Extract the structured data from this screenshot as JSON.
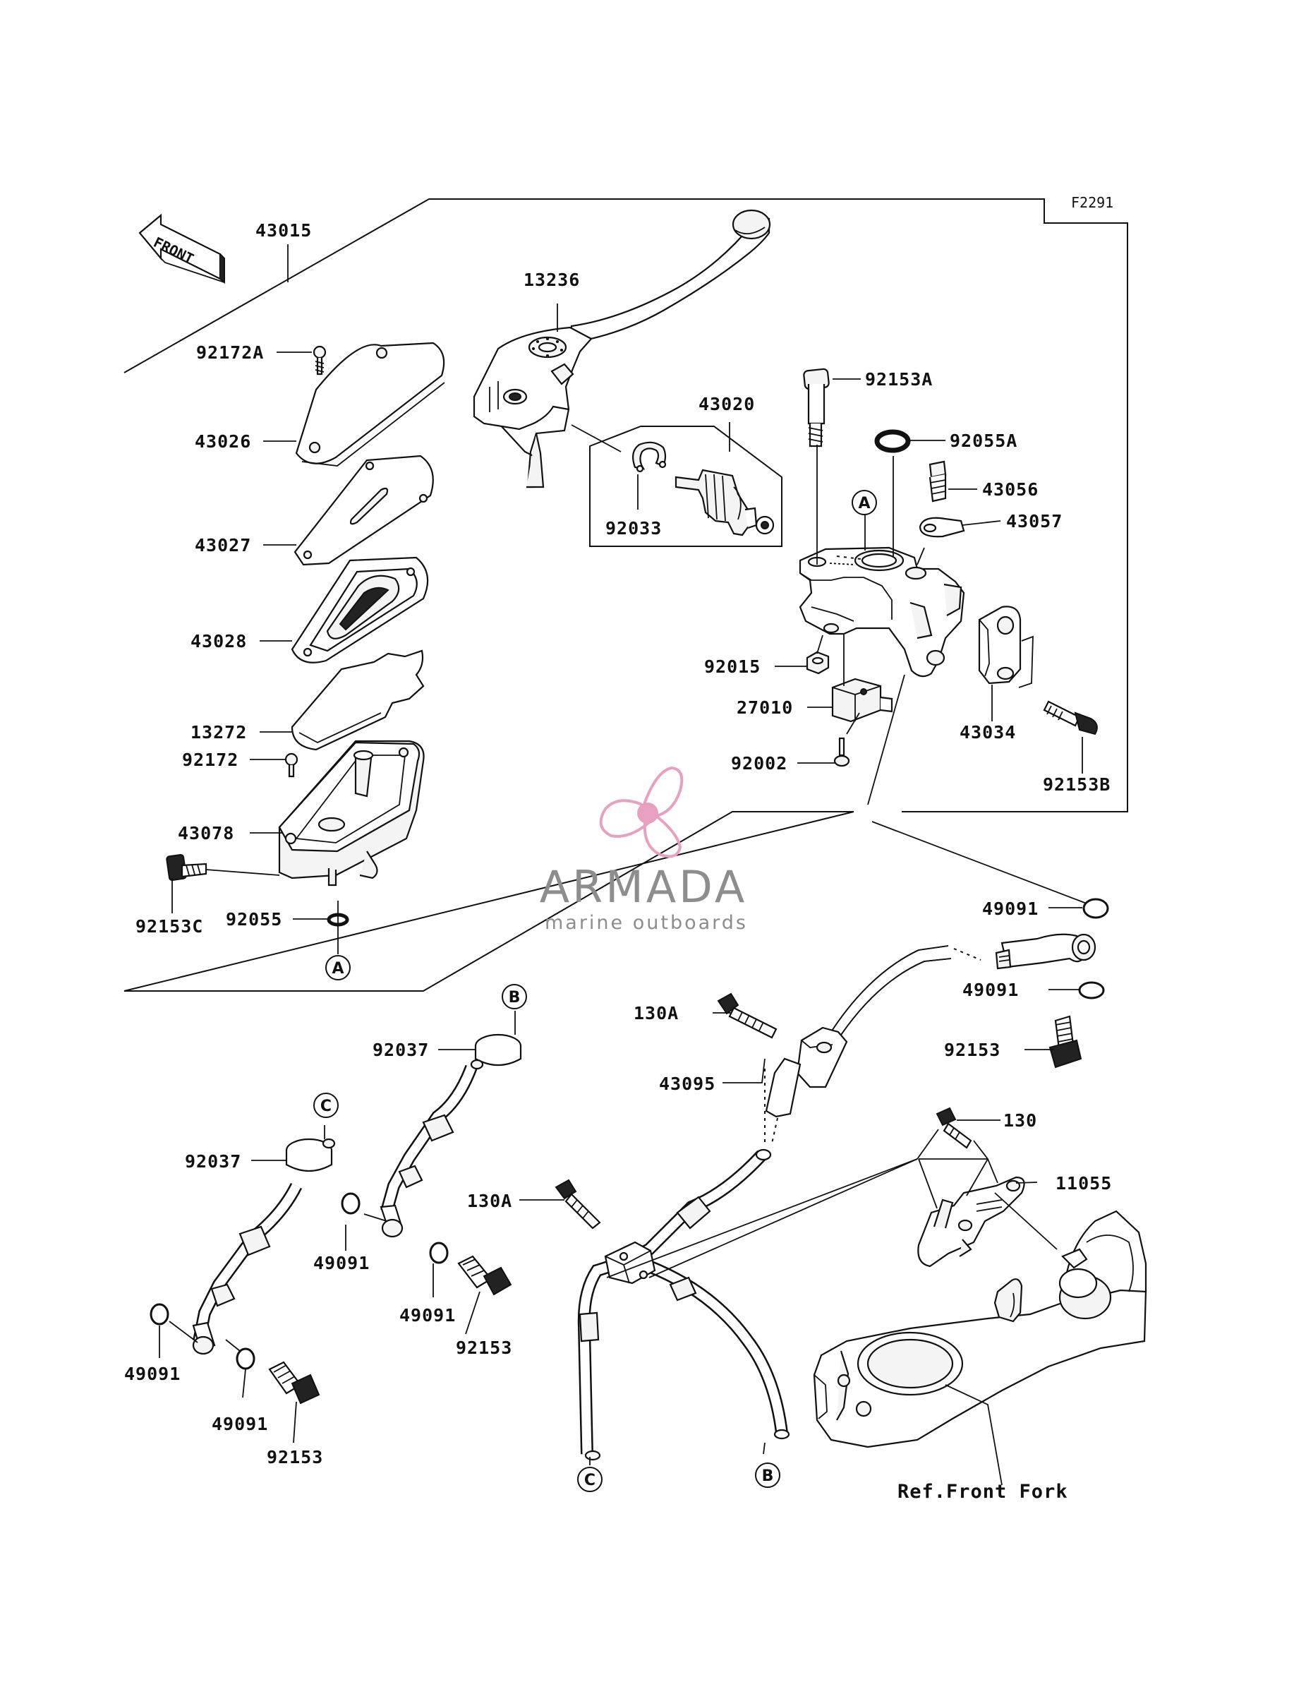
{
  "diagram": {
    "figure_code": "F2291",
    "front_label": "FRONT",
    "reference_note": "Ref.Front Fork",
    "watermark": {
      "brand": "ARMADA",
      "tagline": "marine outboards"
    },
    "callouts": [
      "A",
      "B",
      "C"
    ],
    "part_labels": {
      "p43015": "43015",
      "p13236": "13236",
      "p92172A": "92172A",
      "p43026": "43026",
      "p43027": "43027",
      "p43028": "43028",
      "p13272": "13272",
      "p92172": "92172",
      "p43078": "43078",
      "p92153C": "92153C",
      "p92055": "92055",
      "p43020": "43020",
      "p92033": "92033",
      "p92153A": "92153A",
      "p92055A": "92055A",
      "p43056": "43056",
      "p43057": "43057",
      "p92015": "92015",
      "p27010": "27010",
      "p92002": "92002",
      "p43034": "43034",
      "p92153B": "92153B",
      "p49091a": "49091",
      "p49091b": "49091",
      "p92153a": "92153",
      "p130Aa": "130A",
      "p43095": "43095",
      "p130": "130",
      "p11055": "11055",
      "p130Ab": "130A",
      "p92037a": "92037",
      "p92037b": "92037",
      "p49091c": "49091",
      "p49091d": "49091",
      "p92153b": "92153",
      "p49091e": "49091",
      "p49091f": "49091",
      "p92153c": "92153"
    },
    "colors": {
      "line": "#111111",
      "watermark_pink": "#e8a0c0",
      "watermark_grey": "#8d8d8d"
    }
  }
}
